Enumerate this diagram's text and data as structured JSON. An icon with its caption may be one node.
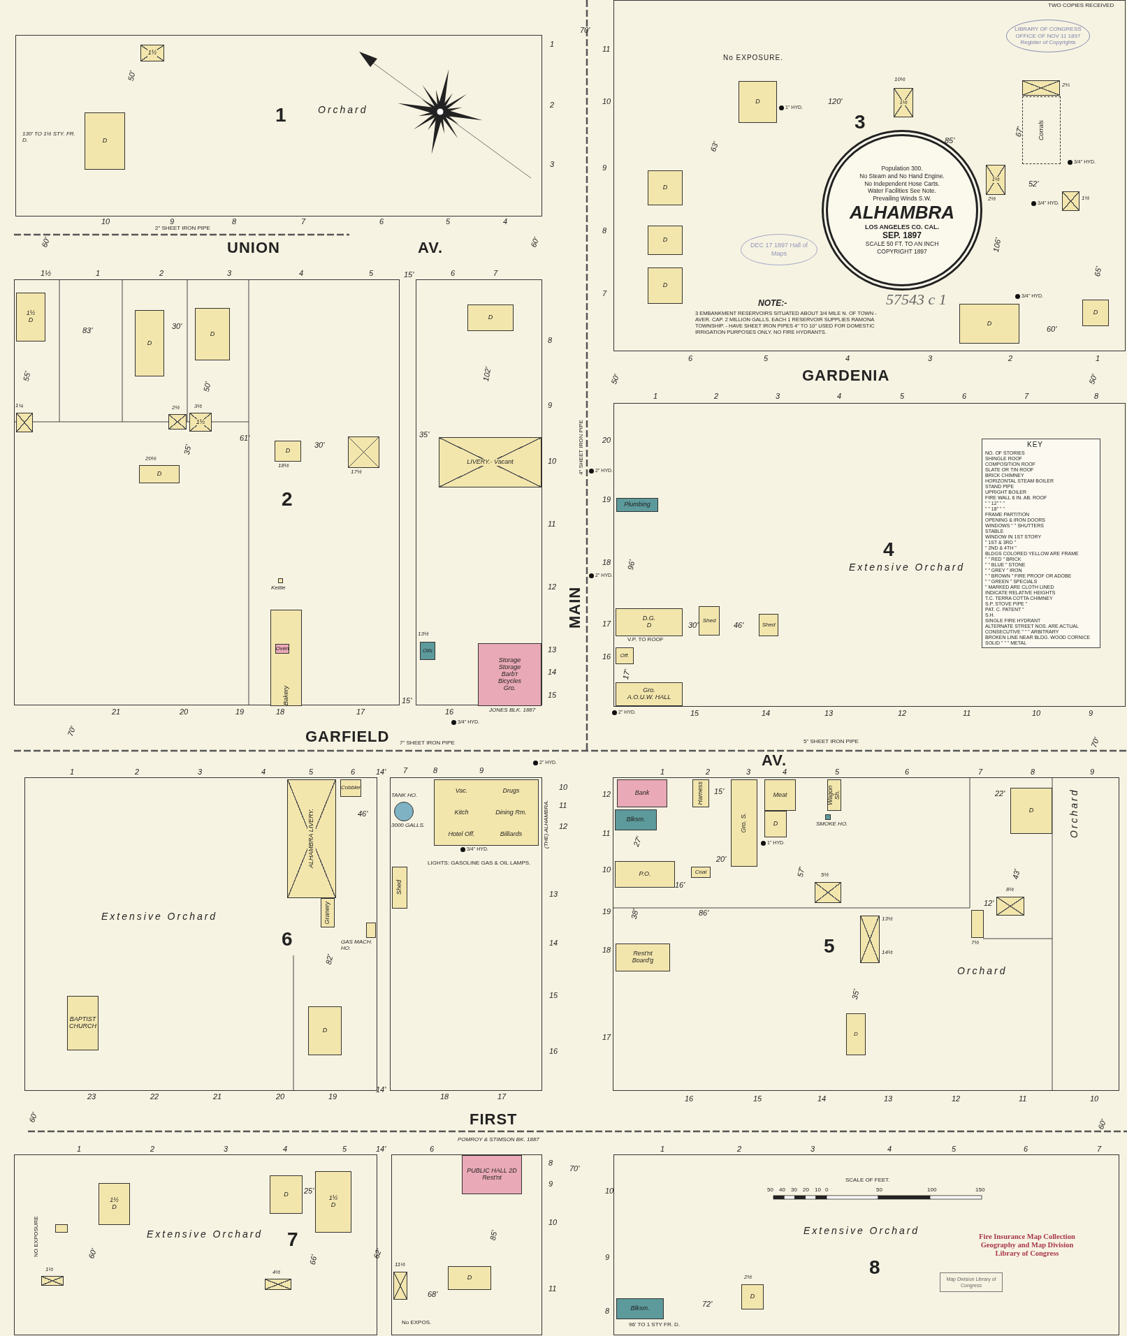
{
  "diagram": {
    "nodes": [
      {
        "text": [
          "1"
        ]
      },
      {
        "text": [
          "1½"
        ],
        "in": 0
      },
      {
        "text": [
          "D"
        ],
        "in": 0,
        "beside": [
          "130' TO 1½ STY. FR. D."
        ]
      },
      {
        "text": [
          "3"
        ]
      },
      {
        "text": [
          "Population 300.",
          "No Steam and No Hand Engine.",
          "No Independent Hose Carts.",
          "Water Facilities See Note.",
          "Prevailing Winds S.W.",
          "ALHAMBRA",
          "LOS ANGELES CO. CAL.",
          "SEP. 1897",
          "SCALE 50 FT. TO AN INCH",
          "COPYRIGHT 1897"
        ],
        "in": 3
      },
      {
        "text": [
          "D"
        ],
        "in": 3
      },
      {
        "text": [
          "1½"
        ],
        "in": 3,
        "beside": [
          "10½"
        ]
      },
      {
        "text": [
          "D"
        ],
        "in": 3
      },
      {
        "text": [
          "D"
        ],
        "in": 3
      },
      {
        "text": [
          "D"
        ],
        "in": 3
      },
      {
        "text": [],
        "shape": "box",
        "in": 3,
        "beside": [
          "2⅓"
        ]
      },
      {
        "text": [
          "Corrals"
        ],
        "in": 3
      },
      {
        "text": [
          "1½"
        ],
        "in": 3,
        "beside": [
          "2½"
        ]
      },
      {
        "text": [],
        "shape": "box",
        "in": 3,
        "beside": [
          "1½"
        ]
      },
      {
        "text": [
          "D"
        ],
        "in": 3
      },
      {
        "text": [
          "D"
        ],
        "in": 3
      },
      {
        "text": [
          "2"
        ]
      },
      {
        "text": [
          "1½",
          "D"
        ],
        "in": 16
      },
      {
        "text": [
          "D"
        ],
        "in": 16
      },
      {
        "text": [
          "D"
        ],
        "in": 16
      },
      {
        "text": [],
        "shape": "box",
        "in": 16,
        "beside": [
          "1¼"
        ]
      },
      {
        "text": [],
        "shape": "box",
        "in": 16,
        "beside": [
          "2½"
        ]
      },
      {
        "text": [
          "1½"
        ],
        "in": 16,
        "beside": [
          "3½"
        ]
      },
      {
        "text": [
          "D"
        ],
        "in": 16,
        "beside": [
          "20½"
        ]
      },
      {
        "text": [
          "D"
        ],
        "in": 16,
        "beside": [
          "18½"
        ]
      },
      {
        "text": [],
        "shape": "box",
        "in": 16,
        "beside": [
          "17½"
        ]
      },
      {
        "text": [],
        "shape": "box",
        "in": 16,
        "beside": [
          "Kettle"
        ]
      },
      {
        "text": [
          "Bakery"
        ],
        "in": 16
      },
      {
        "text": [
          "Oven"
        ],
        "in": 27
      },
      {
        "text": [],
        "shape": "box"
      },
      {
        "text": [
          "LIVERY.- Vacant"
        ],
        "in": 29
      },
      {
        "text": [
          "D"
        ],
        "in": 29
      },
      {
        "text": [
          "Oils"
        ],
        "in": 29,
        "beside": [
          "13½"
        ]
      },
      {
        "text": [
          "Storage",
          "Storage",
          "Barb'r",
          "Bicycles",
          "Gro."
        ],
        "in": 29,
        "beside": [
          "JONES BLK. 1887"
        ]
      },
      {
        "text": [
          "4"
        ]
      },
      {
        "text": [
          "Plumbing"
        ],
        "in": 34
      },
      {
        "text": [
          "D.G.",
          "D"
        ],
        "in": 34
      },
      {
        "text": [
          "Shed"
        ],
        "in": 34
      },
      {
        "text": [
          "Shed"
        ],
        "in": 34
      },
      {
        "text": [
          "Off."
        ],
        "in": 34
      },
      {
        "text": [
          "Gro.",
          "A.O.U.W. HALL"
        ],
        "in": 34
      },
      {
        "text": [
          "6"
        ]
      },
      {
        "text": [
          "ALHAMBRA LIVERY."
        ],
        "in": 41
      },
      {
        "text": [
          "Granery"
        ],
        "in": 41
      },
      {
        "text": [
          "Cobbler"
        ],
        "in": 41
      },
      {
        "text": [],
        "shape": "box",
        "in": 41,
        "beside": [
          "GAS MACH. HO."
        ]
      },
      {
        "text": [
          "BAPTIST CHURCH"
        ],
        "in": 41
      },
      {
        "text": [
          "D"
        ],
        "in": 41
      },
      {
        "text": [],
        "shape": "box"
      },
      {
        "text": [],
        "shape": "circle",
        "in": 48,
        "beside": [
          "TANK HO.",
          "3000 GALLS."
        ]
      },
      {
        "text": [
          "Vac.",
          "Drugs",
          "Kitch",
          "Dining Rm.",
          "Hotel Off.",
          "Billiards"
        ],
        "in": 48,
        "beside": [
          "(THE) ALHAMBRA."
        ]
      },
      {
        "text": [
          "Shed"
        ],
        "in": 48
      },
      {
        "text": [
          "5"
        ]
      },
      {
        "text": [
          "Bank"
        ],
        "in": 52
      },
      {
        "text": [
          "Blksm."
        ],
        "in": 52
      },
      {
        "text": [
          "Harness"
        ],
        "in": 52
      },
      {
        "text": [
          "Gro. S."
        ],
        "in": 52
      },
      {
        "text": [
          "Meat"
        ],
        "in": 52
      },
      {
        "text": [
          "D"
        ],
        "in": 52
      },
      {
        "text": [
          "Wagon Sh."
        ],
        "in": 52
      },
      {
        "text": [],
        "shape": "box",
        "in": 52,
        "beside": [
          "SMOKE HO."
        ]
      },
      {
        "text": [
          "P.O."
        ],
        "in": 52
      },
      {
        "text": [
          "Coal"
        ],
        "in": 52
      },
      {
        "text": [
          "Rest'nt",
          "Board'g"
        ],
        "in": 52
      },
      {
        "text": [
          "D"
        ],
        "in": 52
      },
      {
        "text": [],
        "shape": "box",
        "in": 52,
        "beside": [
          "5½"
        ]
      },
      {
        "text": [],
        "shape": "box",
        "in": 52,
        "beside": [
          "13½",
          "14½"
        ]
      },
      {
        "text": [
          "D"
        ],
        "in": 52
      },
      {
        "text": [],
        "shape": "box",
        "in": 52,
        "beside": [
          "8½"
        ]
      },
      {
        "text": [],
        "shape": "box",
        "in": 52,
        "beside": [
          "7½"
        ]
      },
      {
        "text": [
          "7"
        ]
      },
      {
        "text": [
          "1½",
          "D"
        ],
        "in": 70
      },
      {
        "text": [
          "D"
        ],
        "in": 70
      },
      {
        "text": [
          "1½",
          "D"
        ],
        "in": 70
      },
      {
        "text": [],
        "shape": "box",
        "in": 70
      },
      {
        "text": [],
        "shape": "box",
        "in": 70,
        "beside": [
          "1½"
        ]
      },
      {
        "text": [],
        "shape": "box",
        "in": 70,
        "beside": [
          "4½"
        ]
      },
      {
        "text": [],
        "shape": "box"
      },
      {
        "text": [
          "PUBLIC HALL 2D",
          "Rest'nt"
        ],
        "in": 77,
        "beside": [
          "POMROY & STIMSON BK. 1887"
        ]
      },
      {
        "text": [
          "D"
        ],
        "in": 77
      },
      {
        "text": [],
        "shape": "box",
        "in": 77,
        "beside": [
          "11½"
        ]
      },
      {
        "text": [
          "8"
        ]
      },
      {
        "text": [
          "Blksm."
        ],
        "in": 81
      },
      {
        "text": [
          "D"
        ],
        "in": 81,
        "beside": [
          "2½"
        ]
      }
    ],
    "labels": [
      "TWO COPIES RECEIVED",
      "LIBRARY OF CONGRESS OFFICE OF NOV 11 1897 Register of Copyrights",
      "No EXPOSURE.",
      "1",
      "2",
      "3",
      "70'",
      "50'",
      "Orchard",
      "10",
      "9",
      "8",
      "7",
      "6",
      "5",
      "4",
      "2\" SHEET IRON PIPE",
      "60'",
      "UNION",
      "AV.",
      "60'",
      "1½",
      "1",
      "2",
      "3",
      "4",
      "5",
      "15'",
      "6",
      "7",
      "8",
      "9",
      "10",
      "11",
      "12",
      "13",
      "14",
      "15",
      "83'",
      "30'",
      "50'",
      "55'",
      "35'",
      "102'",
      "61'",
      "30'",
      "35'",
      "21",
      "20",
      "19",
      "18",
      "17",
      "16",
      "15'",
      "GARFIELD",
      "7\" SHEET IRON PIPE",
      "70'",
      "AV.",
      "5\" SHEET IRON PIPE",
      "70'",
      "3/4\" HYD.",
      "2\" HYD.",
      "3/4\" HYD.",
      "2\" HYD.",
      "2\" HYD.",
      "2\" HYD.",
      "1\" HYD.",
      "1\" HYD.",
      "3/4\" HYD.",
      "3/4\" HYD.",
      "3/4\" HYD.",
      "V.P. TO ROOF",
      "MAIN",
      "4\" SHEET IRON PIPE",
      "50'",
      "GARDENIA",
      "50'",
      "6",
      "5",
      "4",
      "3",
      "2",
      "1",
      "11",
      "10",
      "9",
      "8",
      "7",
      "1",
      "2",
      "3",
      "4",
      "5",
      "6",
      "7",
      "8",
      "20",
      "19",
      "18",
      "17",
      "16",
      "15",
      "14",
      "13",
      "12",
      "11",
      "10",
      "9",
      "Extensive Orchard",
      "96'",
      "30'",
      "46'",
      "17'",
      "NOTE:-",
      "3 EMBANKMENT RESERVOIRS SITUATED ABOUT 3/4 MILE N. OF TOWN - AVER. CAP. 2 MILLION GALLS. EACH 1 RESERVOIR SUPPLIES RAMONA TOWNSHIP. - HAVE SHEET IRON PIPES 4\" TO 10\" USED FOR DOMESTIC IRRIGATION PURPOSES ONLY. NO FIRE HYDRANTS.",
      "DEC 17 1897 Hall of Maps",
      "57543 c 1",
      "120'",
      "63'",
      "85'",
      "67'",
      "106'",
      "65'",
      "60'",
      "52'",
      "1",
      "2",
      "3",
      "4",
      "5",
      "6",
      "14'",
      "7",
      "8",
      "9",
      "10",
      "11",
      "12",
      "13",
      "14",
      "15",
      "16",
      "LIGHTS: GASOLINE GAS & OIL LAMPS.",
      "46'",
      "82'",
      "Extensive Orchard",
      "23",
      "22",
      "21",
      "20",
      "19",
      "14'",
      "18",
      "17",
      "1",
      "2",
      "3",
      "4",
      "5",
      "6",
      "7",
      "8",
      "9",
      "12",
      "11",
      "10",
      "19",
      "18",
      "17",
      "27'",
      "15'",
      "16'",
      "20'",
      "57'",
      "22'",
      "43'",
      "12'",
      "38'",
      "86'",
      "35'",
      "Orchard",
      "Orchard",
      "16",
      "15",
      "14",
      "13",
      "12",
      "11",
      "10",
      "60'",
      "FIRST",
      "60'",
      "1",
      "2",
      "3",
      "4",
      "5",
      "14'",
      "6",
      "NO EXPOSURE",
      "Extensive Orchard",
      "60'",
      "25'",
      "66'",
      "62'",
      "68'",
      "85'",
      "No EXPOS.",
      "70'",
      "8",
      "9",
      "10",
      "11",
      "1",
      "2",
      "3",
      "4",
      "5",
      "6",
      "7",
      "10",
      "9",
      "8",
      "SCALE OF FEET.",
      "50",
      "40",
      "30",
      "20",
      "10",
      "0",
      "50",
      "100",
      "150",
      "Extensive Orchard",
      "72'",
      "96' TO 1 STY FR. D.",
      "Fire Insurance Map Collection Geography and Map Division Library of Congress",
      "Map Division Library of Congress",
      "KEY"
    ],
    "legend": [
      {
        "text": "NO. OF STORIES"
      },
      {
        "text": "SHINGLE ROOF"
      },
      {
        "text": "COMPOSITION ROOF"
      },
      {
        "text": "SLATE OR TIN ROOF"
      },
      {
        "text": "BRICK CHIMNEY"
      },
      {
        "text": "HORIZONTAL STEAM BOILER"
      },
      {
        "text": "STAND PIPE"
      },
      {
        "text": "UPRIGHT BOILER"
      },
      {
        "text": "FIRE WALL 6 IN. AB. ROOF"
      },
      {
        "text": "\" \" 12\" \" \""
      },
      {
        "text": "\" \" 18\" \" \""
      },
      {
        "text": "FRAME PARTITION"
      },
      {
        "text": "OPENING & IRON DOORS"
      },
      {
        "text": "WINDOWS \" \" SHUTTERS"
      },
      {
        "text": "STABLE"
      },
      {
        "text": "WINDOW IN 1ST STORY"
      },
      {
        "text": "\" 1ST & 3RD \""
      },
      {
        "text": "\" 2ND & 4TH \""
      },
      {
        "text": "BLDGS COLORED YELLOW ARE FRAME"
      },
      {
        "text": "\" \" RED \" BRICK"
      },
      {
        "text": "\" \" BLUE \" STONE"
      },
      {
        "text": "\" \" GREY \" IRON"
      },
      {
        "text": "\" \" BROWN \" FIRE PROOF OR ADOBE"
      },
      {
        "text": "\" \" GREEN \" SPECIALS"
      },
      {
        "text": "\" MARKED ARE CLOTH LINED"
      },
      {
        "text": "INDICATE RELATIVE HEIGHTS"
      },
      {
        "text": "T.C. TERRA COTTA CHIMNEY"
      },
      {
        "text": "S.P. STOVE PIPE \""
      },
      {
        "text": "PAT. C. PATENT \""
      },
      {
        "text": "S.H."
      },
      {
        "text": "SINGLE FIRE HYDRANT"
      },
      {
        "text": "ALTERNATE STREET NOS. ARE ACTUAL"
      },
      {
        "text": "CONSECUTIVE \" \" \" ARBITRARY"
      },
      {
        "text": "BROKEN LINE NEAR BLDG. WOOD CORNICE"
      },
      {
        "text": "SOLID \" \" \" METAL"
      }
    ]
  }
}
